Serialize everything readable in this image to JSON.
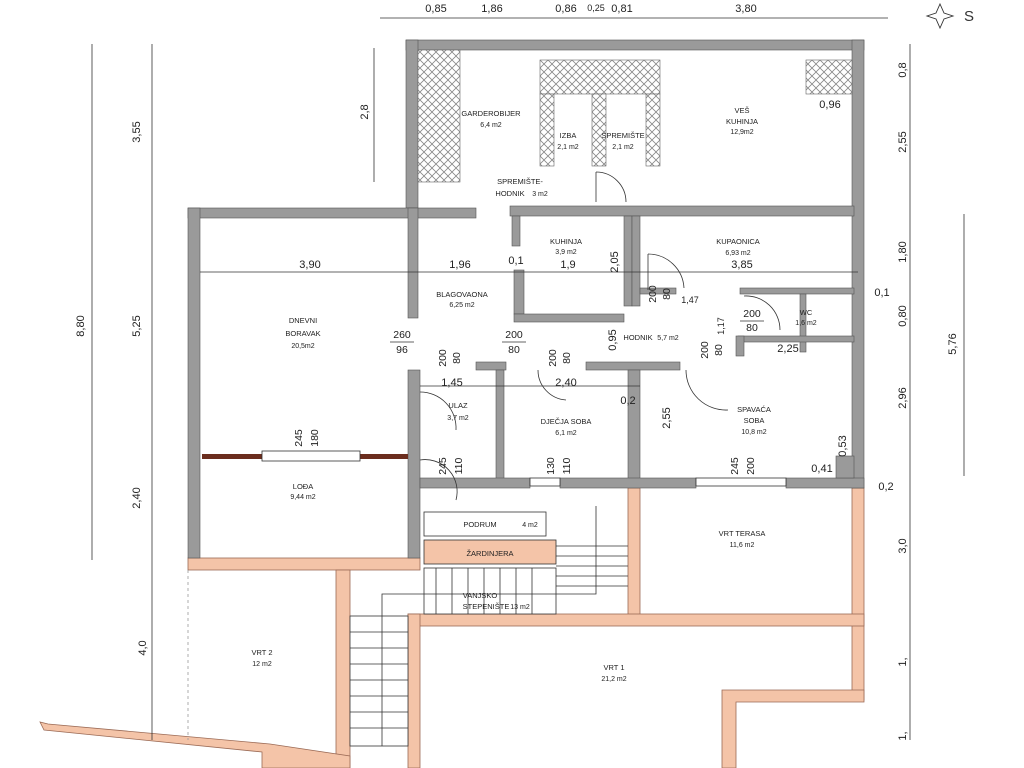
{
  "compass": {
    "icon": "compass-star-icon",
    "letter": "S"
  },
  "colors": {
    "wall": "#9a9a9a",
    "wall_dark": "#6a6a6a",
    "exterior": "#f4c4a8",
    "exterior_edge": "#9b6a55",
    "line": "#333333",
    "lodja": "#6b2d1e"
  },
  "rooms": [
    {
      "id": "garderobijer",
      "name": "GARDEROBIJER",
      "area": "6,4 m2"
    },
    {
      "id": "izba",
      "name": "IZBA",
      "area": "2,1 m2"
    },
    {
      "id": "spremiste",
      "name": "SPREMIŠTE",
      "area": "2,1 m2"
    },
    {
      "id": "ves-kuhinja",
      "name1": "VEŠ",
      "name2": "KUHINJA",
      "area": "12,9m2"
    },
    {
      "id": "spremiste-hodnik",
      "name1": "SPREMIŠTE-",
      "name2": "HODNIK",
      "area": "3 m2"
    },
    {
      "id": "kuhinja",
      "name": "KUHINJA",
      "area": "3,9 m2"
    },
    {
      "id": "kupaonica",
      "name": "KUPAONICA",
      "area": "6,93 m2"
    },
    {
      "id": "wc",
      "name": "WC",
      "area": "1,6 m2"
    },
    {
      "id": "blagovaona",
      "name": "BLAGOVAONA",
      "area": "6,25 m2"
    },
    {
      "id": "dnevni-boravak",
      "name1": "DNEVNI",
      "name2": "BORAVAK",
      "area": "20,5m2"
    },
    {
      "id": "hodnik",
      "name": "HODNIK",
      "area": "5,7 m2"
    },
    {
      "id": "ulaz",
      "name": "ULAZ",
      "area": "3,7 m2"
    },
    {
      "id": "djecja-soba",
      "name": "DJEČJA SOBA",
      "area": "6,1 m2"
    },
    {
      "id": "spavaca-soba",
      "name1": "SPAVAĆA",
      "name2": "SOBA",
      "area": "10,8 m2"
    },
    {
      "id": "lodja",
      "name": "LOĐA",
      "area": "9,44 m2"
    },
    {
      "id": "vrt-terasa",
      "name": "VRT TERASA",
      "area": "11,6 m2"
    },
    {
      "id": "podrum",
      "name": "PODRUM",
      "area": "4 m2"
    },
    {
      "id": "zardinjera",
      "name": "ŽARDINJERA"
    },
    {
      "id": "vanjsko-stepeniste",
      "name1": "VANJSKO",
      "name2": "STEPENIŠTE",
      "area": "13 m2"
    },
    {
      "id": "vrt-2",
      "name": "VRT  2",
      "area": "12 m2"
    },
    {
      "id": "vrt-1",
      "name": "VRT 1",
      "area": "21,2 m2"
    }
  ],
  "dims_top": [
    "0,85",
    "1,86",
    "0,86",
    "0,25",
    "0,81",
    "3,80"
  ],
  "dims_left": [
    "3,55",
    "5,25",
    "2,40",
    "8,80",
    "4,0",
    "2,8"
  ],
  "dims_right": [
    "0,8",
    "2,55",
    "1,80",
    "0,1",
    "0,80",
    "2,96",
    "0,2",
    "3,0",
    "1,",
    "1,",
    "5,76"
  ],
  "dims_inner": [
    "3,90",
    "1,96",
    "0,1",
    "1,9",
    "2,05",
    "3,85",
    "1,47",
    "1,17",
    "0,95",
    "1,45",
    "2,40",
    "0,2",
    "2,55",
    "2,25",
    "0,96",
    "0,53",
    "0,41"
  ],
  "door_labels": [
    "260",
    "96",
    "200",
    "80",
    "200",
    "80",
    "200",
    "80",
    "200",
    "80",
    "200",
    "80",
    "200",
    "80",
    "245",
    "180",
    "245",
    "110",
    "130",
    "110",
    "245",
    "200"
  ]
}
